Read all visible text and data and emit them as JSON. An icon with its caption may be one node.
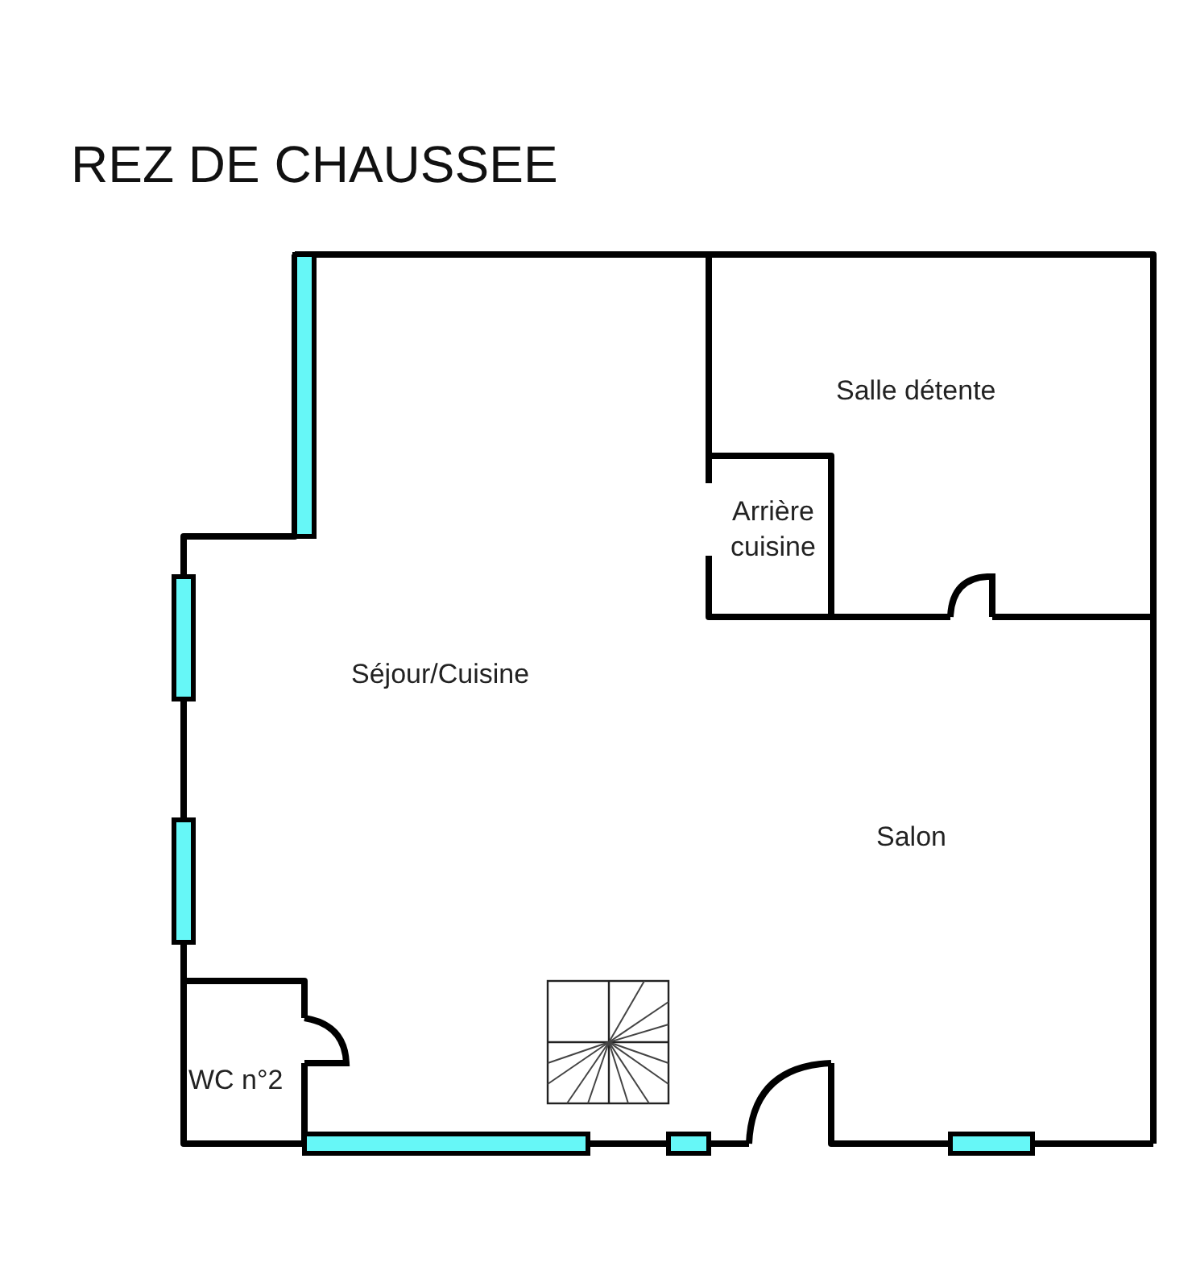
{
  "diagram": {
    "title": "REZ DE CHAUSSEE",
    "labels": [
      "Salle détente",
      "Arrière cuisine",
      "Séjour/Cuisine",
      "Salon",
      "WC n°2"
    ]
  }
}
